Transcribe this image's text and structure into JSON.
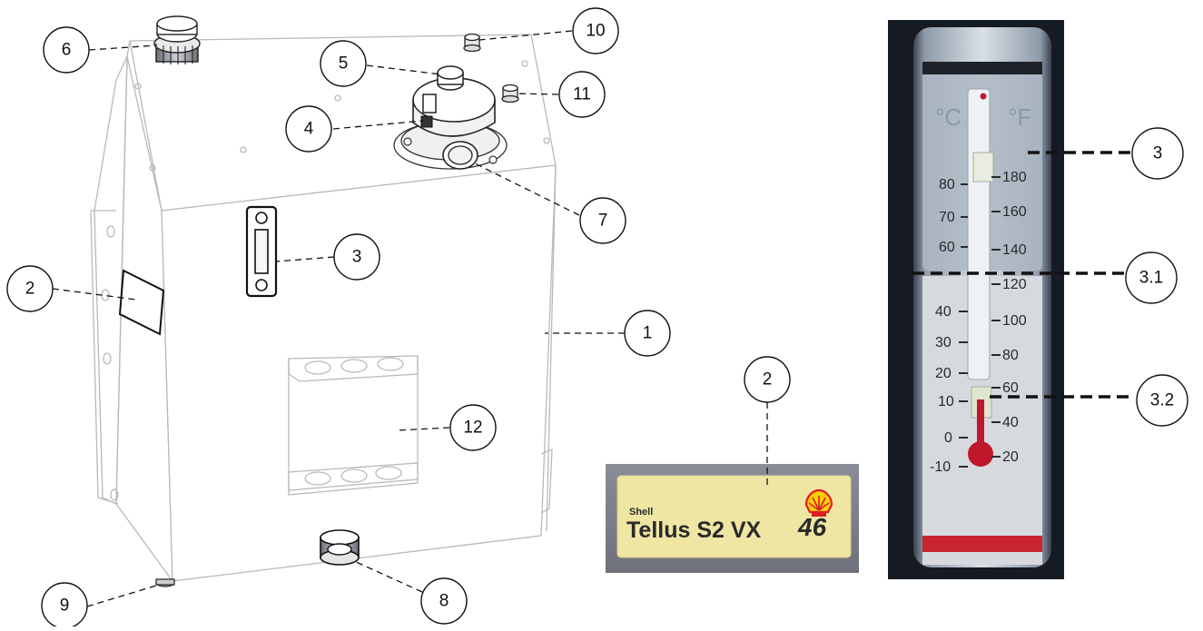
{
  "figure": {
    "callouts": [
      {
        "id": "1",
        "label": "1"
      },
      {
        "id": "2",
        "label": "2"
      },
      {
        "id": "3",
        "label": "3"
      },
      {
        "id": "4",
        "label": "4"
      },
      {
        "id": "5",
        "label": "5"
      },
      {
        "id": "6",
        "label": "6"
      },
      {
        "id": "7",
        "label": "7"
      },
      {
        "id": "8",
        "label": "8"
      },
      {
        "id": "9",
        "label": "9"
      },
      {
        "id": "10",
        "label": "10"
      },
      {
        "id": "11",
        "label": "11"
      },
      {
        "id": "12",
        "label": "12"
      }
    ],
    "oil_label_callout": "2",
    "oil_label": {
      "brand": "Shell",
      "product": "Tellus S2 VX",
      "grade": "46",
      "colors": {
        "background": "#f0e7a6",
        "frame": "#7d7f8a",
        "logo_red": "#dd1d21",
        "logo_yellow": "#fbce07"
      }
    },
    "thermometer": {
      "callouts": [
        "3",
        "3.1",
        "3.2"
      ],
      "celsius_unit": "°C",
      "fahrenheit_unit": "°F",
      "celsius_ticks": [
        "80",
        "70",
        "60",
        "40",
        "30",
        "20",
        "10",
        "0",
        "-10"
      ],
      "fahrenheit_ticks": [
        "180",
        "160",
        "140",
        "120",
        "100",
        "80",
        "60",
        "40",
        "20"
      ],
      "colors": {
        "liquid": "#c0182a",
        "frame": "#1a1d24",
        "band": "#c8252f"
      }
    }
  }
}
